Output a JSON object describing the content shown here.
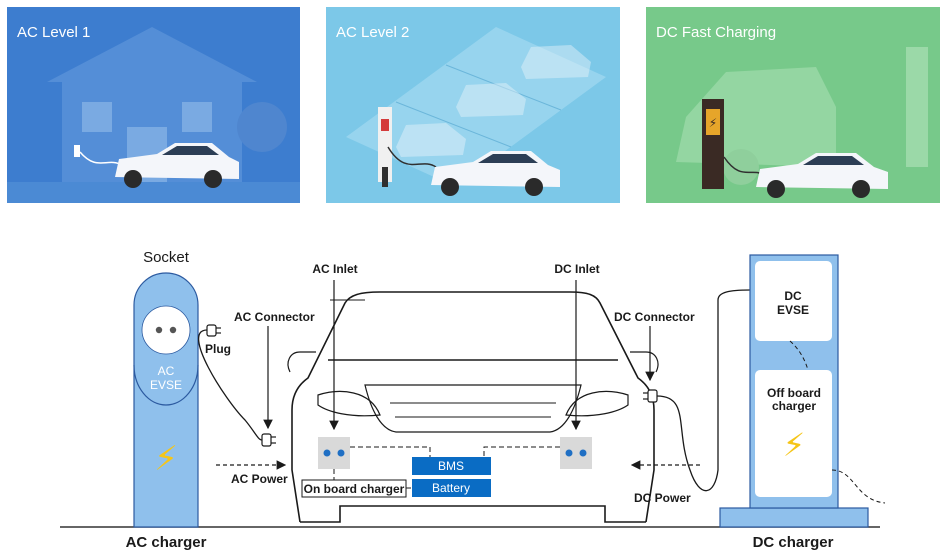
{
  "panels": [
    {
      "title": "AC Level 1",
      "bg": "#3d7dcf"
    },
    {
      "title": "AC Level 2",
      "bg": "#7cc8e8"
    },
    {
      "title": "DC Fast Charging",
      "bg": "#77c98a"
    }
  ],
  "diagram": {
    "socket_label": "Socket",
    "ac_evse_line1": "AC",
    "ac_evse_line2": "EVSE",
    "plug_label": "Plug",
    "ac_connector_label": "AC Connector",
    "ac_power_label": "AC Power",
    "ac_inlet_label": "AC Inlet",
    "dc_inlet_label": "DC Inlet",
    "on_board_charger_label": "On board charger",
    "bms_label": "BMS",
    "battery_label": "Battery",
    "dc_connector_label": "DC Connector",
    "dc_power_label": "DC Power",
    "dc_evse_line1": "DC",
    "dc_evse_line2": "EVSE",
    "off_board_line1": "Off board",
    "off_board_line2": "charger",
    "ac_charger_label": "AC charger",
    "dc_charger_label": "DC charger"
  },
  "colors": {
    "pillar": "#8fc0ec",
    "pillar_stroke": "#2c5aa0",
    "module_blue": "#0a6cc4",
    "bolt": "#f5c518",
    "inlet_box": "#d9d9d9",
    "inlet_dot": "#1f6fc4"
  }
}
